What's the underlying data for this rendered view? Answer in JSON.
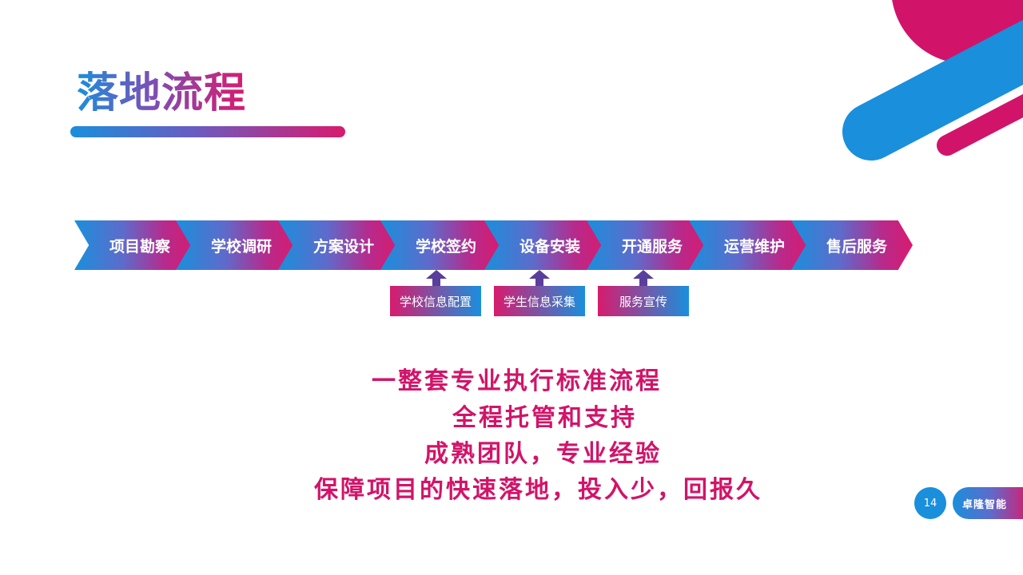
{
  "slide": {
    "title": "落地流程",
    "page_number": "14",
    "brand": "卓隆智能"
  },
  "process_steps": [
    "项目勘察",
    "学校调研",
    "方案设计",
    "学校签约",
    "设备安装",
    "开通服务",
    "运营维护",
    "售后服务"
  ],
  "sub_steps": [
    "学校信息配置",
    "学生信息采集",
    "服务宣传"
  ],
  "statements": [
    "一整套专业执行标准流程",
    "全程托管和支持",
    "成熟团队，专业经验",
    "保障项目的快速落地，投入少，回报久"
  ],
  "colors": {
    "blue": "#1a8fdc",
    "magenta": "#d81b6e",
    "purple": "#5a3e9c"
  }
}
